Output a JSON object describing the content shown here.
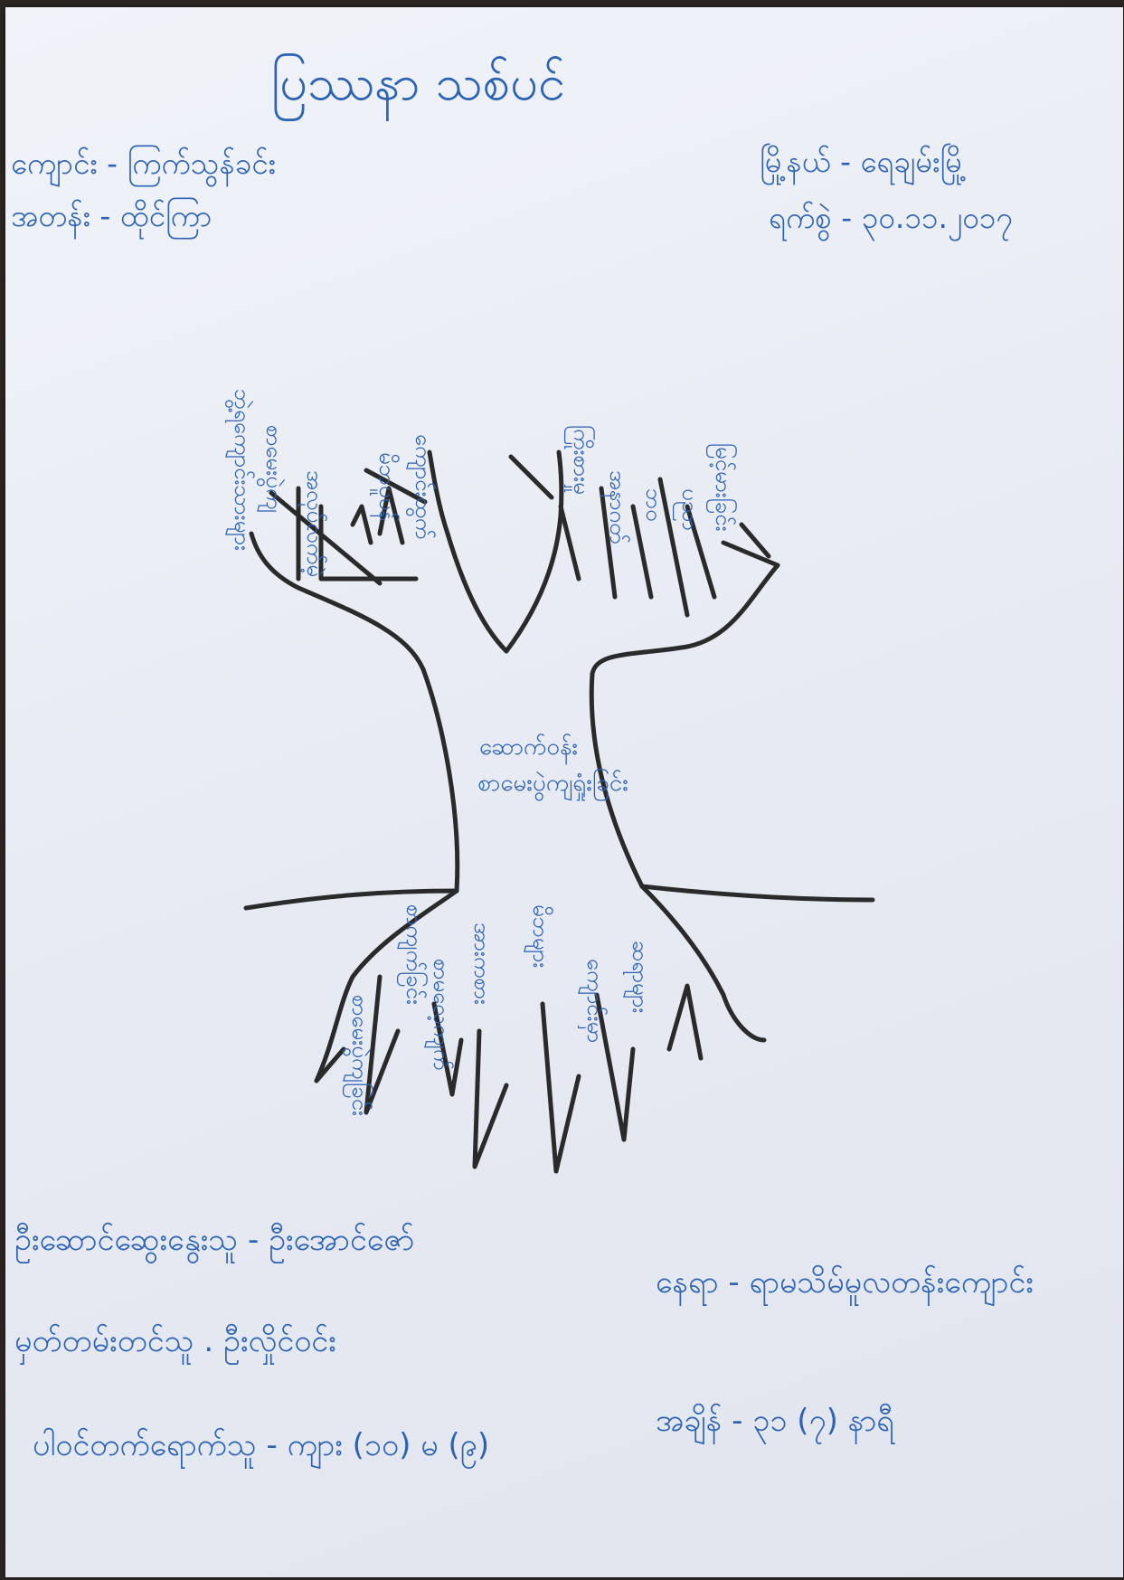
{
  "title": "ပြဿနာ သစ်ပင်",
  "header": {
    "school_label": "ကျောင်း",
    "school": "ကြက်သွန်ခင်း",
    "township_label": "မြို့နယ်",
    "township": "ရေချမ်းမြို့",
    "class_label": "အတန်း",
    "class": "ထိုင်ကြာ",
    "date_label": "ရက်စွဲ",
    "date": "၃၀.၁၁.၂၀၁၇"
  },
  "tree": {
    "trunk": [
      "ဆောက်ဝန်း",
      "စာမေးပွဲကျရှုံးခြင်း"
    ],
    "branches": [
      "ဘွဲ့ရကျောင်းသားများ",
      "စာမေးပွဲကျ",
      "အလုပ်လက်မဲ့",
      "မိဘပူပန်",
      "ကျောင်းထွက်",
      "ကြိုးစားမှု",
      "အနာဂတ်",
      "ဘဝ",
      "ပညာ",
      "မြင့်မားခြင်း"
    ],
    "roots": [
      "စာကျက်ခြင်း",
      "စာမလေ့ကျက်",
      "အားကစား",
      "မိဘများ",
      "ကျောင်းမှာ",
      "ဆရာများ",
      "စာမေးပွဲကျခြင်း"
    ]
  },
  "footer": {
    "leader_label": "ဦးဆောင်ဆွေးနွေးသူ",
    "leader": "ဦးအောင်ဇော်",
    "recorder_label": "မှတ်တမ်းတင်သူ",
    "recorder": "ဦးလှိုင်ဝင်း",
    "participants_label": "ပါဝင်တက်ရောက်သူ",
    "participants": "ကျား (၁၀) မ (၉)",
    "place_label": "နေရာ",
    "place": "ရာမသိမ်မူလတန်းကျောင်း",
    "time_label": "အချိန်",
    "time": "၃၁ (၇) နာရီ"
  },
  "colors": {
    "ink": "#2c63b4",
    "pencil": "#2a2a2a",
    "paper": "#eceff5"
  }
}
